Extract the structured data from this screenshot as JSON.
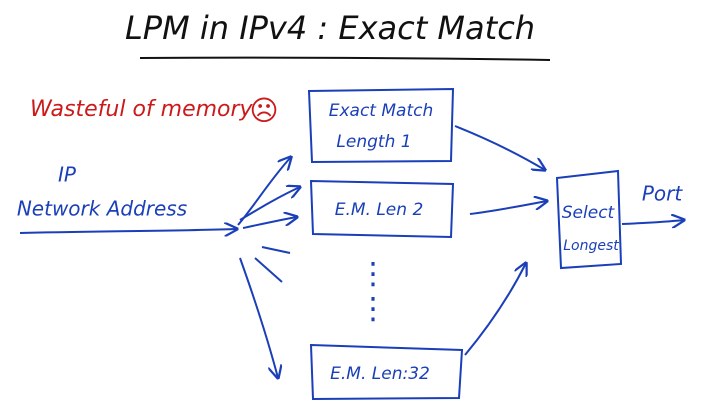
{
  "title": "LPM in IPv4 : Exact Match",
  "note": {
    "text": "Wasteful of memory",
    "face": "☹",
    "color": "#cc1a1a"
  },
  "input": {
    "line1": "IP",
    "line2": "Network Address"
  },
  "tables": [
    {
      "line1": "Exact Match",
      "line2": "Length 1"
    },
    {
      "line1": "E.M. Len 2"
    },
    {
      "line1": "E.M. Len:32"
    }
  ],
  "ellipsis": "⋮",
  "selector": {
    "line1": "Select",
    "line2": "Longest"
  },
  "output": "Port",
  "colors": {
    "ink": "#1a3fb8",
    "title_ink": "#111111",
    "note_ink": "#cc1a1a"
  }
}
